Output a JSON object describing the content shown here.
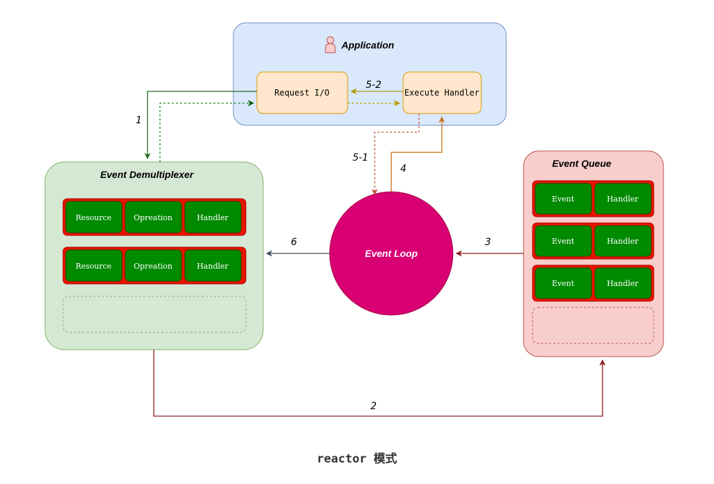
{
  "application": {
    "title": "Application",
    "request_io": "Request I/O",
    "execute_handler": "Execute Handler"
  },
  "demux": {
    "title": "Event Demultiplexer",
    "rows": [
      [
        "Resource",
        "Opreation",
        "Handler"
      ],
      [
        "Resource",
        "Opreation",
        "Handler"
      ]
    ]
  },
  "queue": {
    "title": "Event Queue",
    "rows": [
      [
        "Event",
        "Handler"
      ],
      [
        "Event",
        "Handler"
      ],
      [
        "Event",
        "Handler"
      ]
    ]
  },
  "loop": {
    "label": "Event Loop"
  },
  "arrows": {
    "a1": "1",
    "a2": "2",
    "a3": "3",
    "a4": "4",
    "a5_1": "5-1",
    "a5_2": "5-2",
    "a6": "6"
  },
  "caption": "reactor 模式",
  "colors": {
    "app_fill": "#dae8fc",
    "app_stroke": "#6c8ebf",
    "box_fill": "#ffe6cc",
    "box_stroke": "#d79b00",
    "demux_fill": "#d5e8d4",
    "demux_stroke": "#82b366",
    "queue_fill": "#f8cecc",
    "queue_stroke": "#b85450",
    "row_fill": "#e51400",
    "row_stroke": "#b20000",
    "cell_fill": "#008a00",
    "cell_stroke": "#005700",
    "loop_fill": "#d80073",
    "loop_stroke": "#a50040"
  }
}
